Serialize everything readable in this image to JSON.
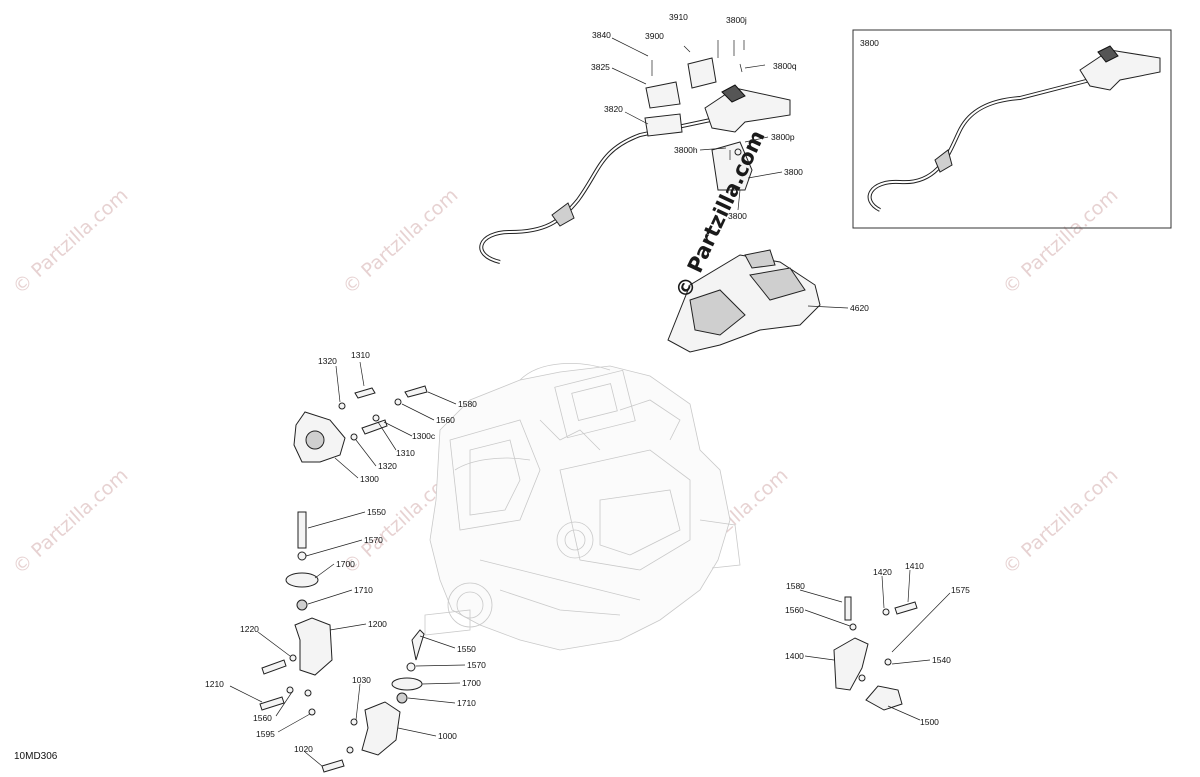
{
  "diagram": {
    "code": "10MD306",
    "inset_label": "3800",
    "watermark_text": "© Partzilla.com",
    "labels": {
      "l3910": "3910",
      "l3800j": "3800j",
      "l3840": "3840",
      "l3900": "3900",
      "l3800q": "3800q",
      "l3825": "3825",
      "l3820": "3820",
      "l3800p": "3800p",
      "l3800h": "3800h",
      "l3800x": "3800",
      "l3800y": "3800",
      "l4620": "4620",
      "l1320a": "1320",
      "l1310a": "1310",
      "l1580a": "1580",
      "l1560a": "1560",
      "l1300c": "1300c",
      "l1310b": "1310",
      "l1320b": "1320",
      "l1300": "1300",
      "l1550a": "1550",
      "l1570a": "1570",
      "l1700a": "1700",
      "l1710a": "1710",
      "l1220": "1220",
      "l1200": "1200",
      "l1550b": "1550",
      "l1570b": "1570",
      "l1210": "1210",
      "l1030": "1030",
      "l1700b": "1700",
      "l1560b": "1560",
      "l1710b": "1710",
      "l1595": "1595",
      "l1000": "1000",
      "l1020": "1020",
      "l1580b": "1580",
      "l1420": "1420",
      "l1410": "1410",
      "l1560c": "1560",
      "l1575": "1575",
      "l1400": "1400",
      "l1540": "1540",
      "l1500": "1500"
    }
  }
}
